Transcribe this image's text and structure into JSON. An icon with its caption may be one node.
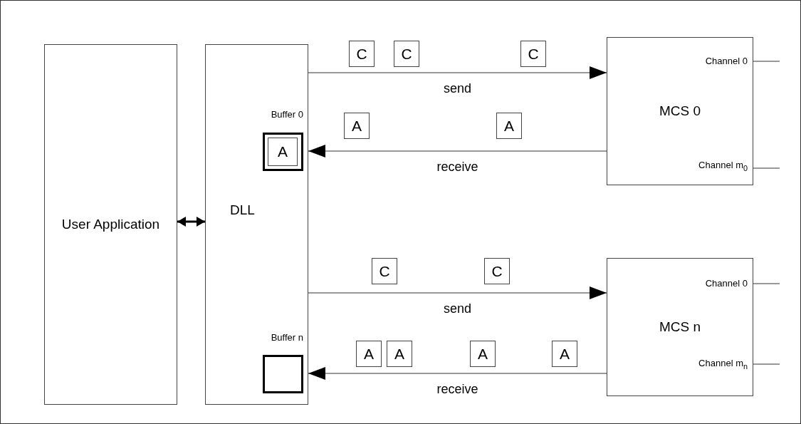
{
  "diagram": {
    "nodes": [
      {
        "text": [
          "User Application"
        ]
      },
      {
        "text": [
          "DLL"
        ]
      },
      {
        "text": [
          "Buffer 0"
        ],
        "in": 1
      },
      {
        "text": [
          "A"
        ],
        "in": 2
      },
      {
        "text": [
          "Buffer n"
        ],
        "in": 1
      },
      {
        "text": [
          "C"
        ]
      },
      {
        "text": [
          "C"
        ]
      },
      {
        "text": [
          "C"
        ]
      },
      {
        "text": [
          "A"
        ]
      },
      {
        "text": [
          "A"
        ]
      },
      {
        "text": [
          "MCS 0"
        ]
      },
      {
        "text": [
          "Channel 0"
        ],
        "in": 10
      },
      {
        "text": [
          "Channel m$_{0}$"
        ],
        "in": 10
      },
      {
        "text": [
          "C"
        ]
      },
      {
        "text": [
          "C"
        ]
      },
      {
        "text": [
          "A"
        ]
      },
      {
        "text": [
          "A"
        ]
      },
      {
        "text": [
          "A"
        ]
      },
      {
        "text": [
          "A"
        ]
      },
      {
        "text": [
          "MCS n"
        ]
      },
      {
        "text": [
          "Channel 0"
        ],
        "in": 19
      },
      {
        "text": [
          "Channel m$_{n}$"
        ],
        "in": 19
      }
    ],
    "edges": [
      {
        "from": 0,
        "to": 1,
        "arrow": "both",
        "style": "thick"
      },
      {
        "from": 1,
        "to": 10,
        "arrow": "to",
        "label": "send"
      },
      {
        "from": 10,
        "to": 1,
        "arrow": "to",
        "label": "receive"
      },
      {
        "from": 1,
        "to": 19,
        "arrow": "to",
        "label": "send"
      },
      {
        "from": 19,
        "to": 1,
        "arrow": "to",
        "label": "receive"
      },
      {
        "from": 11,
        "to": null,
        "arrow": "none"
      },
      {
        "from": 12,
        "to": null,
        "arrow": "none"
      },
      {
        "from": 20,
        "to": null,
        "arrow": "none"
      },
      {
        "from": 21,
        "to": null,
        "arrow": "none"
      }
    ]
  }
}
